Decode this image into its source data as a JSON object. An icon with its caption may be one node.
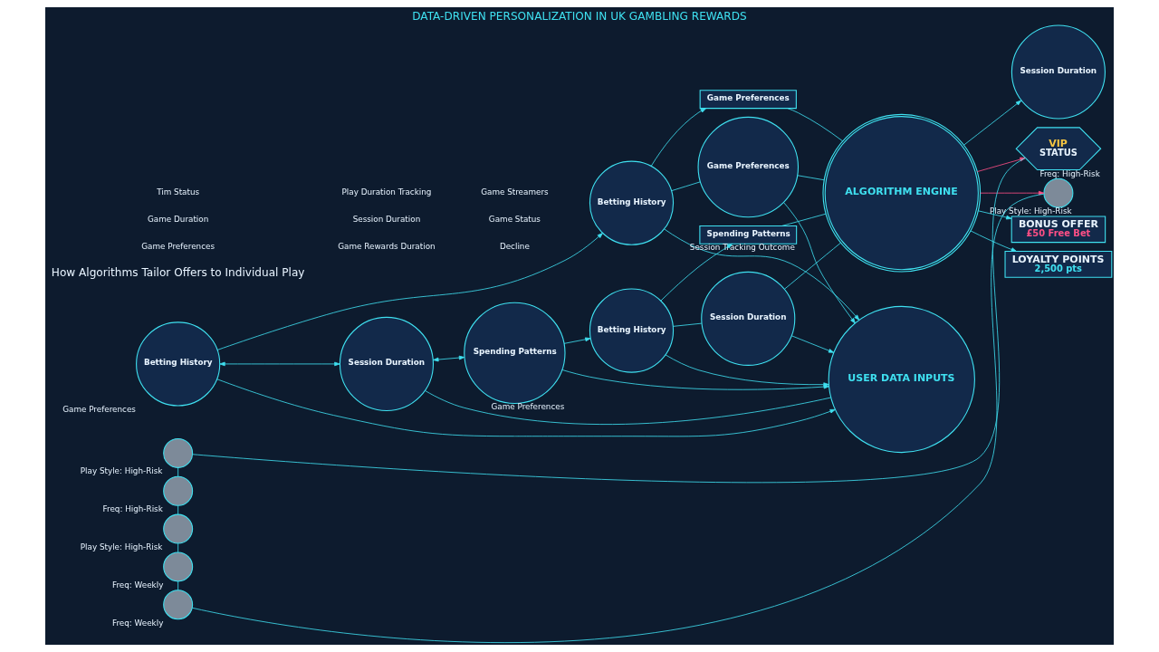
{
  "diagram": {
    "title": "DATA-DRIVEN PERSONALIZATION IN UK GAMBLING REWARDS",
    "nodes": [
      {
        "text": [
          "USER DATA INPUTS"
        ]
      },
      {
        "text": [
          "Betting History"
        ]
      },
      {
        "text": [
          "Betting History"
        ],
        "beside": [
          "Game Preferences"
        ]
      },
      {
        "text": [
          "Session Duration"
        ]
      },
      {
        "text": [
          "Spending Patterns"
        ],
        "beside": [
          "Game Preferences"
        ]
      },
      {
        "text": [
          "Betting History"
        ]
      },
      {
        "text": [
          "Game Preferences"
        ]
      },
      {
        "text": [
          "Game Preferences"
        ]
      },
      {
        "text": [
          "Session Duration"
        ]
      },
      {
        "text": [
          "Session Duration"
        ]
      },
      {
        "text": [
          "Spending Patterns"
        ],
        "beside": [
          "Session Tracking Outcome"
        ]
      },
      {
        "text": [
          "ALGORITHM ENGINE"
        ]
      },
      {
        "text": [
          "VIP",
          "STATUS"
        ],
        "beside": [
          "Freq: High-Risk"
        ]
      },
      {
        "text": [
          "BONUS OFFER",
          "£50 Free Bet"
        ]
      },
      {
        "text": [
          "LOYALTY POINTS",
          "2,500 pts"
        ]
      },
      {
        "text": [],
        "shape": "circle",
        "beside": [
          "Play Style: High-Risk"
        ]
      },
      {
        "text": [],
        "shape": "circle",
        "beside": [
          "Freq: High-Risk"
        ]
      },
      {
        "text": [],
        "shape": "circle",
        "beside": [
          "Play Style: High-Risk"
        ]
      },
      {
        "text": [],
        "shape": "circle",
        "beside": [
          "Freq: Weekly"
        ]
      },
      {
        "text": [],
        "shape": "circle",
        "beside": [
          "Play Style: High-Risk"
        ]
      },
      {
        "text": [],
        "shape": "circle",
        "beside": [
          "Freq: Weekly"
        ]
      }
    ],
    "edges": [
      {
        "from": 2,
        "to": 1,
        "arrow": "to"
      },
      {
        "from": 1,
        "to": 6,
        "arrow": "to"
      },
      {
        "from": 2,
        "to": 3,
        "arrow": "both"
      },
      {
        "from": 3,
        "to": 4,
        "arrow": "both"
      },
      {
        "from": 4,
        "to": 5,
        "arrow": "to"
      },
      {
        "from": 5,
        "to": 10,
        "arrow": "to"
      },
      {
        "from": 1,
        "to": 0,
        "arrow": "to"
      },
      {
        "from": 2,
        "to": 0,
        "arrow": "to"
      },
      {
        "from": 3,
        "to": 0,
        "arrow": "none"
      },
      {
        "from": 4,
        "to": 0,
        "arrow": "to"
      },
      {
        "from": 5,
        "to": 0,
        "arrow": "to"
      },
      {
        "from": 1,
        "to": 7,
        "arrow": "none"
      },
      {
        "from": 7,
        "to": 0,
        "arrow": "to"
      },
      {
        "from": 9,
        "to": 0,
        "arrow": "to"
      },
      {
        "from": 5,
        "to": 9,
        "arrow": "none"
      },
      {
        "from": 6,
        "to": 11,
        "arrow": "none"
      },
      {
        "from": 7,
        "to": 11,
        "arrow": "none"
      },
      {
        "from": 11,
        "to": 8,
        "arrow": "to"
      },
      {
        "from": 9,
        "to": 11,
        "arrow": "none"
      },
      {
        "from": 10,
        "to": 11,
        "arrow": "none"
      },
      {
        "from": 11,
        "to": 12,
        "arrow": "to",
        "color": "#ff4f86"
      },
      {
        "from": 11,
        "to": 13,
        "arrow": "to"
      },
      {
        "from": 11,
        "to": 14,
        "arrow": "to"
      },
      {
        "from": 11,
        "to": 19,
        "arrow": "to",
        "color": "#ff4f86"
      },
      {
        "from": 12,
        "to": 15,
        "arrow": "none"
      },
      {
        "from": 15,
        "to": 16,
        "arrow": "none"
      },
      {
        "from": 16,
        "to": 17,
        "arrow": "none"
      },
      {
        "from": 17,
        "to": 18,
        "arrow": "none"
      },
      {
        "from": 18,
        "to": 20,
        "arrow": "none"
      },
      {
        "from": 20,
        "to": 19,
        "arrow": "none"
      }
    ],
    "labels": [
      "How Algorithms Tailor Offers to Individual Play",
      "Game Preferences",
      "Game Duration",
      "Tim Status",
      "Game Rewards Duration",
      "Session Duration",
      "Play Duration Tracking",
      "Decline",
      "Game Status",
      "Game Streamers"
    ]
  }
}
